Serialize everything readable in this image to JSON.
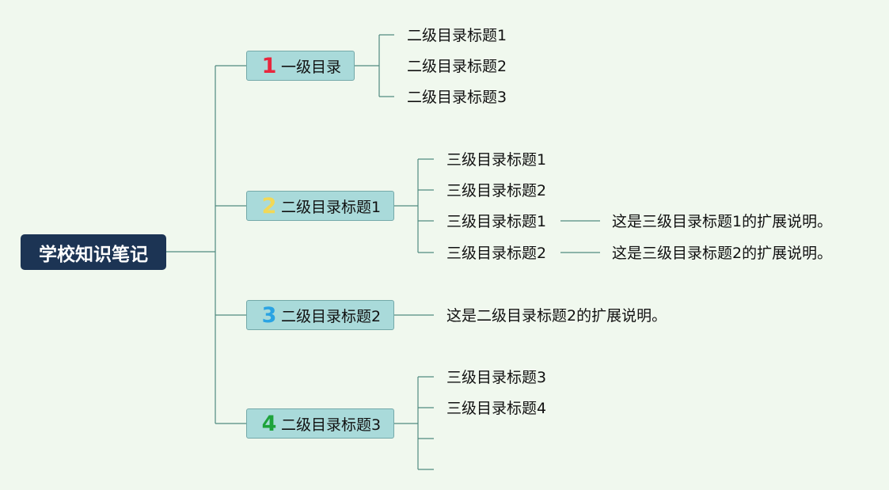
{
  "colors": {
    "background": "#f0f8ee",
    "root_fill": "#1c3454",
    "branch_fill": "#a9dada",
    "connector": "#4f8a80",
    "num1": "#e8263d",
    "num2": "#f2d857",
    "num3": "#2aa3e3",
    "num4": "#1ea33b"
  },
  "root": {
    "label": "学校知识笔记"
  },
  "branches": [
    {
      "number": "1",
      "label": "一级目录",
      "children": [
        "二级目录标题1",
        "二级目录标题2",
        "二级目录标题3"
      ]
    },
    {
      "number": "2",
      "label": "二级目录标题1",
      "children": [
        {
          "label": "三级目录标题1",
          "note": ""
        },
        {
          "label": "三级目录标题2",
          "note": ""
        },
        {
          "label": "三级目录标题1",
          "note": "这是三级目录标题1的扩展说明。"
        },
        {
          "label": "三级目录标题2",
          "note": "这是三级目录标题2的扩展说明。"
        }
      ]
    },
    {
      "number": "3",
      "label": "二级目录标题2",
      "note": "这是二级目录标题2的扩展说明。"
    },
    {
      "number": "4",
      "label": "二级目录标题3",
      "children": [
        "三级目录标题3",
        "三级目录标题4",
        "",
        ""
      ]
    }
  ]
}
